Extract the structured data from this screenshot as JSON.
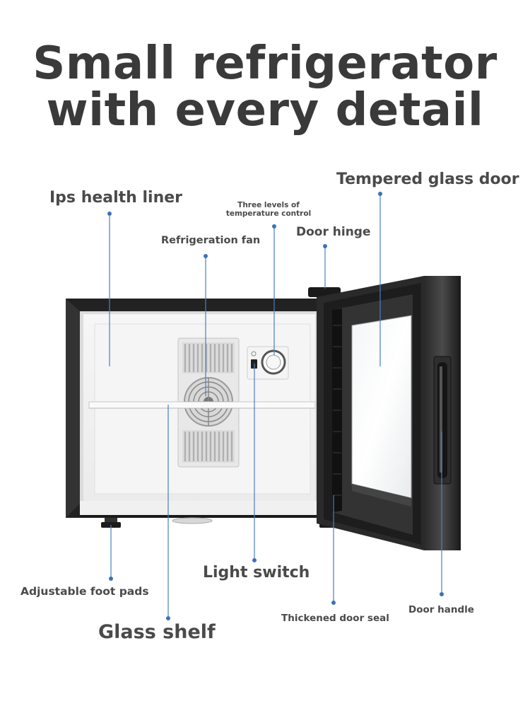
{
  "header": {
    "title_line1": "Small refrigerator",
    "title_line2": "with every detail"
  },
  "callouts": {
    "tempered_glass_door": "Tempered glass door",
    "ips_health_liner": "Ips health liner",
    "temperature_control_line1": "Three levels of",
    "temperature_control_line2": "temperature control",
    "door_hinge": "Door hinge",
    "refrigeration_fan": "Refrigeration fan",
    "light_switch": "Light switch",
    "adjustable_foot_pads": "Adjustable foot pads",
    "thickened_door_seal": "Thickened door seal",
    "door_handle": "Door handle",
    "glass_shelf": "Glass shelf"
  },
  "colors": {
    "title": "#3a3a3a",
    "label": "#4a4a4a",
    "leader_line": "#4a7fc0",
    "fridge_body": "#1f1f1f",
    "liner": "#f1f1f1"
  }
}
